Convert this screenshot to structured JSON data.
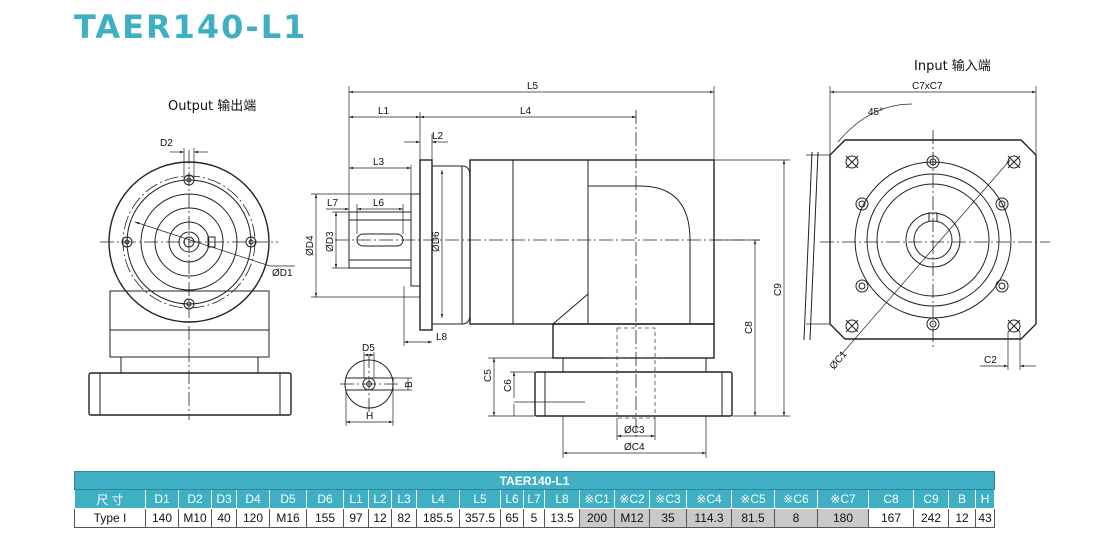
{
  "title": "TAER140-L1",
  "captions": {
    "output": "Output 输出端",
    "input": "Input 输入端"
  },
  "labels": {
    "D1": "ØD1",
    "D2": "D2",
    "D3": "ØD3",
    "D4": "ØD4",
    "D5": "D5",
    "D6": "ØD6",
    "L1": "L1",
    "L2": "L2",
    "L3": "L3",
    "L4": "L4",
    "L5": "L5",
    "L6": "L6",
    "L7": "L7",
    "L8": "L8",
    "C1": "ØC1",
    "C2": "C2",
    "C3": "ØC3",
    "C4": "ØC4",
    "C5": "C5",
    "C6": "C6",
    "C7": "C7xC7",
    "C8": "C8",
    "C9": "C9",
    "B": "B",
    "H": "H",
    "angle": "45°"
  },
  "table": {
    "title": "TAER140-L1",
    "headers": [
      "尺 寸",
      "D1",
      "D2",
      "D3",
      "D4",
      "D5",
      "D6",
      "L1",
      "L2",
      "L3",
      "L4",
      "L5",
      "L6",
      "L7",
      "L8",
      "※C1",
      "※C2",
      "※C3",
      "※C4",
      "※C5",
      "※C6",
      "※C7",
      "C8",
      "C9",
      "B",
      "H"
    ],
    "row": [
      "Type I",
      "140",
      "M10",
      "40",
      "120",
      "M16",
      "155",
      "97",
      "12",
      "82",
      "185.5",
      "357.5",
      "65",
      "5",
      "13.5",
      "200",
      "M12",
      "35",
      "114.3",
      "81.5",
      "8",
      "180",
      "167",
      "242",
      "12",
      "43"
    ],
    "widths": [
      70,
      32,
      32,
      24,
      32,
      36,
      36,
      24,
      22,
      24,
      42,
      40,
      22,
      20,
      34,
      34,
      34,
      36,
      44,
      42,
      42,
      50,
      44,
      34,
      26,
      18
    ]
  }
}
